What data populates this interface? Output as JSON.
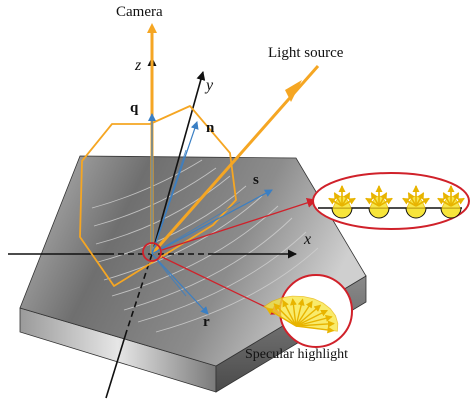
{
  "labels": {
    "camera": "Camera",
    "light_source": "Light source",
    "specular_highlight": "Specular highlight",
    "axis_x": "x",
    "axis_y": "y",
    "axis_z": "z",
    "vec_q": "q",
    "vec_n": "n",
    "vec_s": "s",
    "vec_r": "r"
  },
  "colors": {
    "camera_ray": "#f5a623",
    "light_ray": "#f5a623",
    "plane_outline": "#f5a623",
    "vectors": "#3a7fc4",
    "callout": "#d0212a",
    "highlight_fill": "#f7e53a",
    "highlight_stroke": "#e8b400",
    "axis": "#111111"
  },
  "icons": {
    "bump_row": "bump-lobe-icon",
    "specular_lobe": "specular-lobe-icon"
  }
}
